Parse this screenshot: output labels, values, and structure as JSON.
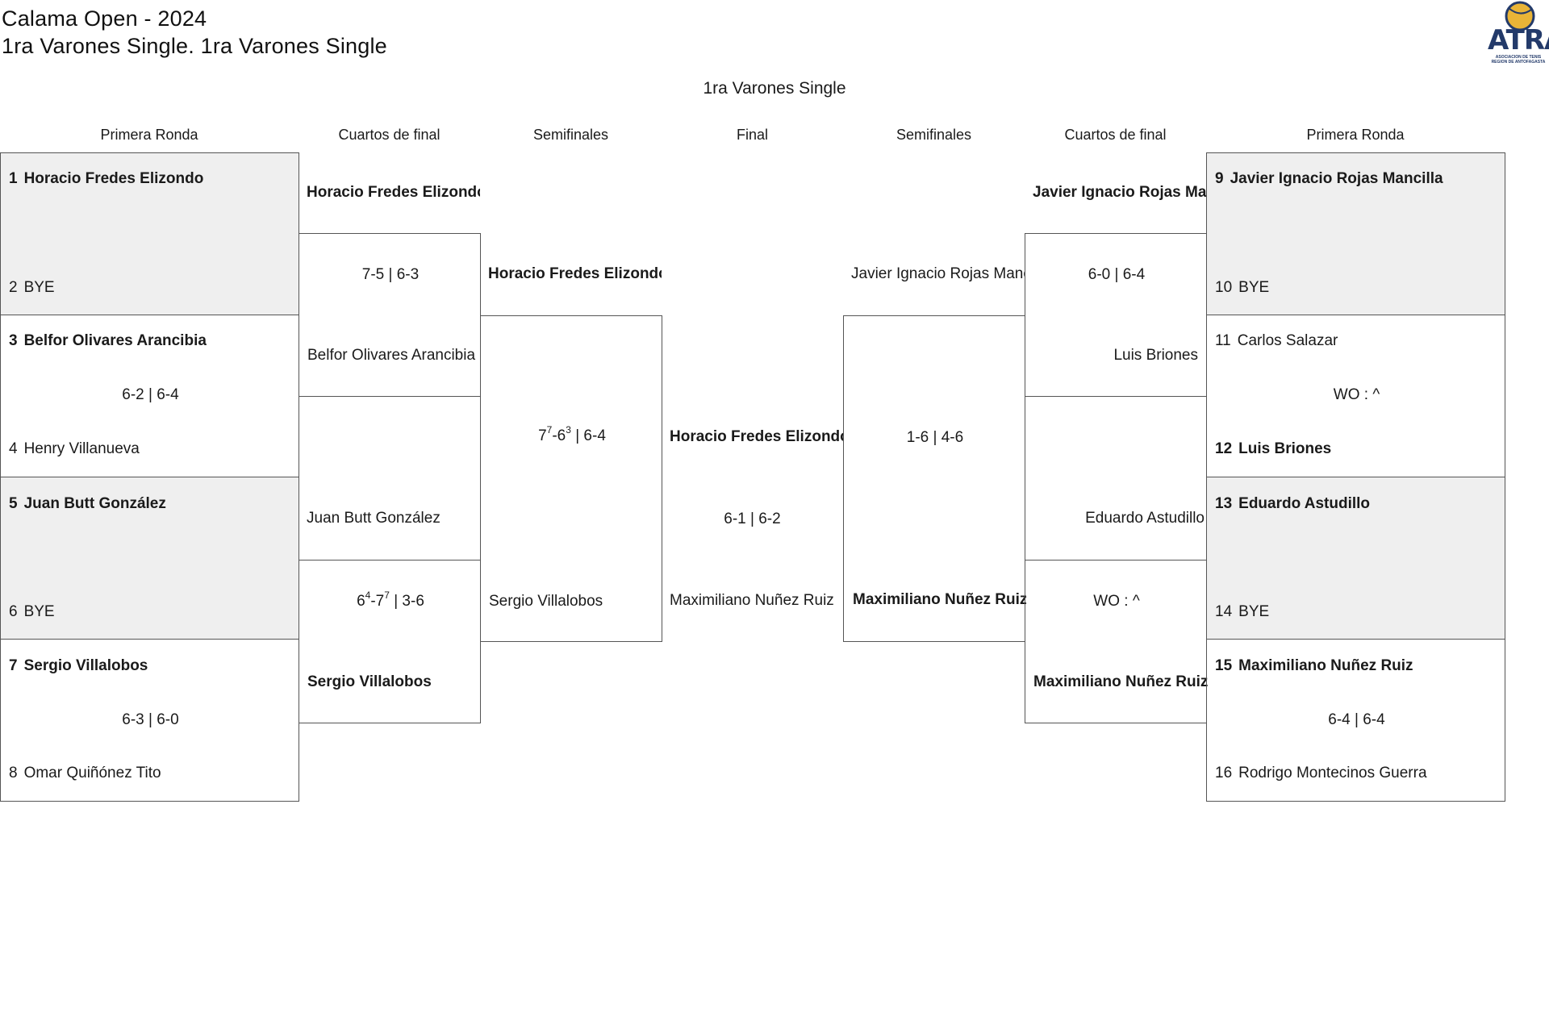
{
  "header": {
    "title": "Calama Open - 2024",
    "subtitle": "1ra Varones Single. 1ra Varones Single",
    "bracket_title": "1ra Varones Single",
    "logo_text": "ATRA",
    "logo_subtext": "ASOCIACION DE TENIS REGION DE ANTOFAGASTA"
  },
  "rounds": {
    "left_r1": "Primera Ronda",
    "left_qf": "Cuartos de final",
    "left_sf": "Semifinales",
    "final": "Final",
    "right_sf": "Semifinales",
    "right_qf": "Cuartos de final",
    "right_r1": "Primera Ronda"
  },
  "left_r1": [
    {
      "top": {
        "seed": "1",
        "name": "Horacio Fredes Elizondo"
      },
      "bottom": {
        "seed": "2",
        "name": "BYE"
      },
      "score": ""
    },
    {
      "top": {
        "seed": "3",
        "name": "Belfor Olivares Arancibia"
      },
      "bottom": {
        "seed": "4",
        "name": "Henry Villanueva"
      },
      "score": "6-2 | 6-4"
    },
    {
      "top": {
        "seed": "5",
        "name": "Juan Butt González"
      },
      "bottom": {
        "seed": "6",
        "name": "BYE"
      },
      "score": ""
    },
    {
      "top": {
        "seed": "7",
        "name": "Sergio Villalobos"
      },
      "bottom": {
        "seed": "8",
        "name": "Omar Quiñónez Tito"
      },
      "score": "6-3 | 6-0"
    }
  ],
  "right_r1": [
    {
      "top": {
        "seed": "9",
        "name": "Javier Ignacio Rojas Mancilla"
      },
      "bottom": {
        "seed": "10",
        "name": "BYE"
      },
      "score": ""
    },
    {
      "top": {
        "seed": "11",
        "name": "Carlos Salazar"
      },
      "bottom": {
        "seed": "12",
        "name": "Luis Briones"
      },
      "score": "WO : ^"
    },
    {
      "top": {
        "seed": "13",
        "name": "Eduardo Astudillo"
      },
      "bottom": {
        "seed": "14",
        "name": "BYE"
      },
      "score": ""
    },
    {
      "top": {
        "seed": "15",
        "name": "Maximiliano Nuñez Ruiz"
      },
      "bottom": {
        "seed": "16",
        "name": "Rodrigo Montecinos Guerra"
      },
      "score": "6-4 | 6-4"
    }
  ],
  "left_qf": [
    {
      "top": "Horacio Fredes Elizondo",
      "bottom": "Belfor Olivares Arancibia",
      "score": "7-5 | 6-3"
    },
    {
      "top": "Juan Butt González",
      "bottom": "Sergio Villalobos",
      "score_parts": [
        "6",
        "4",
        "-7",
        "7",
        " | 3-6"
      ]
    }
  ],
  "right_qf": [
    {
      "top": "Javier Ignacio Rojas Mancilla",
      "bottom": "Luis Briones",
      "score": "6-0 | 6-4"
    },
    {
      "top": "Eduardo Astudillo",
      "bottom": "Maximiliano Nuñez Ruiz",
      "score": "WO : ^"
    }
  ],
  "left_sf": {
    "top": "Horacio Fredes Elizondo",
    "bottom": "Sergio Villalobos",
    "score_parts": [
      "7",
      "7",
      "-6",
      "3",
      " | 6-4"
    ]
  },
  "right_sf": {
    "top": "Javier Ignacio Rojas Mancilla",
    "bottom": "Maximiliano Nuñez Ruiz",
    "score": "1-6 | 4-6"
  },
  "final": {
    "top": "Horacio Fredes Elizondo",
    "bottom": "Maximiliano Nuñez Ruiz",
    "score": "6-1 | 6-2"
  }
}
